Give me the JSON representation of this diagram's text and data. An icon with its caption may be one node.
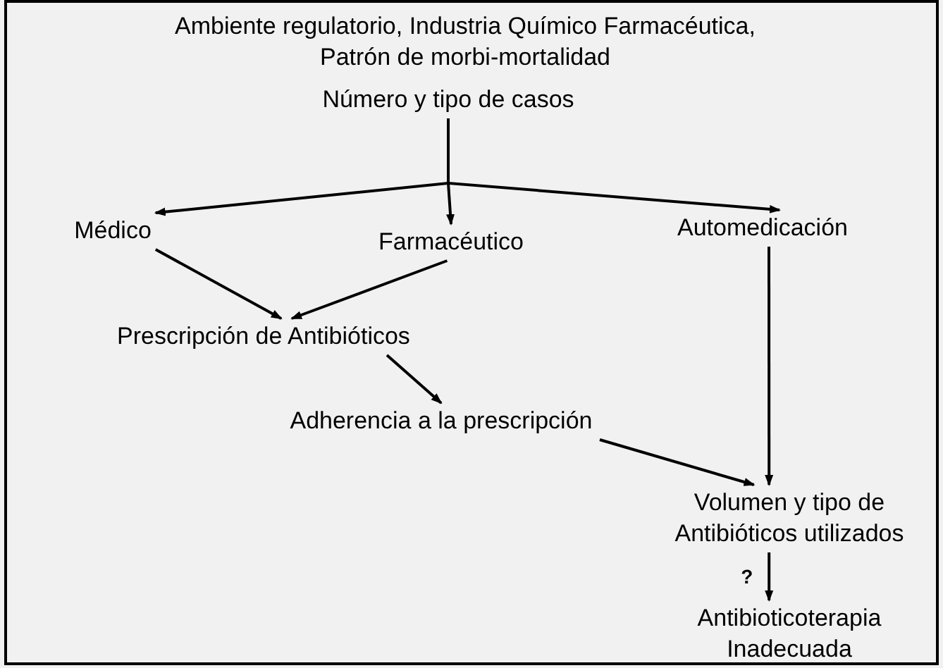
{
  "diagram": {
    "title": "Ambiente regulatorio, Industria Químico Farmacéutica, Patrón de morbi-mortalidad",
    "nodes": [
      {
        "text": [
          "Número y tipo de casos"
        ]
      },
      {
        "text": [
          "Médico"
        ]
      },
      {
        "text": [
          "Farmacéutico"
        ]
      },
      {
        "text": [
          "Automedicación"
        ]
      },
      {
        "text": [
          "Prescripción de Antibióticos"
        ]
      },
      {
        "text": [
          "Adherencia a la prescripción"
        ]
      },
      {
        "text": [
          "Volumen y tipo de Antibióticos utilizados"
        ]
      },
      {
        "text": [
          "Antibioticoterapia Inadecuada"
        ]
      }
    ],
    "edges": [
      {
        "from": 0,
        "to": 1,
        "arrow": "to"
      },
      {
        "from": 0,
        "to": 2,
        "arrow": "to"
      },
      {
        "from": 0,
        "to": 3,
        "arrow": "to"
      },
      {
        "from": 1,
        "to": 4,
        "arrow": "to"
      },
      {
        "from": 2,
        "to": 4,
        "arrow": "to"
      },
      {
        "from": 4,
        "to": 5,
        "arrow": "to"
      },
      {
        "from": 5,
        "to": 6,
        "arrow": "to"
      },
      {
        "from": 3,
        "to": 6,
        "arrow": "to"
      },
      {
        "from": 6,
        "to": 7,
        "arrow": "to",
        "label": "?"
      }
    ]
  }
}
